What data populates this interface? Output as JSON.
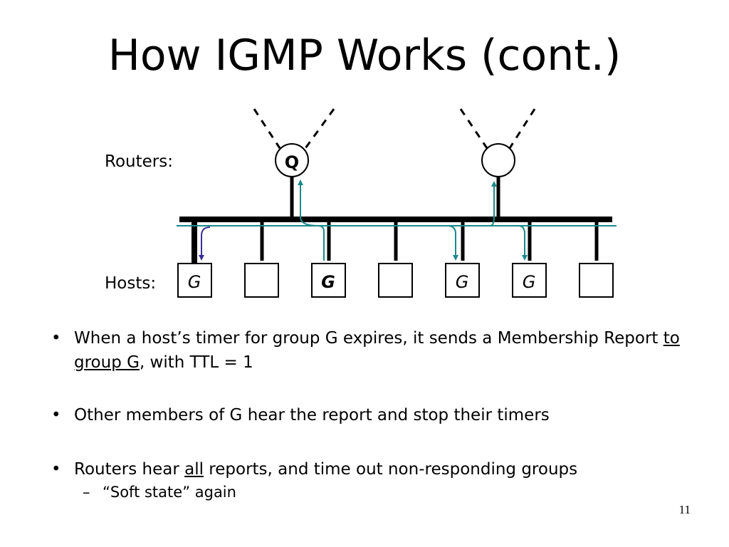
{
  "title": "How IGMP Works (cont.)",
  "diagram": {
    "routers_label": "Routers:",
    "hosts_label": "Hosts:",
    "routers": [
      {
        "label": "Q"
      },
      {
        "label": ""
      }
    ],
    "hosts": [
      {
        "label": "G",
        "member": true
      },
      {
        "label": "",
        "member": false
      },
      {
        "label": "G",
        "member": true,
        "bold": true
      },
      {
        "label": "",
        "member": false
      },
      {
        "label": "G",
        "member": true
      },
      {
        "label": "G",
        "member": true
      },
      {
        "label": "",
        "member": false
      }
    ],
    "colors": {
      "line": "#000000",
      "report_path": "#1a8a8a",
      "report_tip": "#3a2f9a"
    }
  },
  "bullets": [
    {
      "pre": "When a host’s timer for group G expires, it sends a Membership Report ",
      "underlined": "to group G",
      "post": ", with TTL = 1"
    },
    {
      "text": "Other members of G hear the report and stop their timers"
    },
    {
      "pre": "Routers hear ",
      "underlined": "all",
      "post": " reports, and time out non-responding groups",
      "sub": "“Soft state” again"
    }
  ],
  "page_number": "11"
}
